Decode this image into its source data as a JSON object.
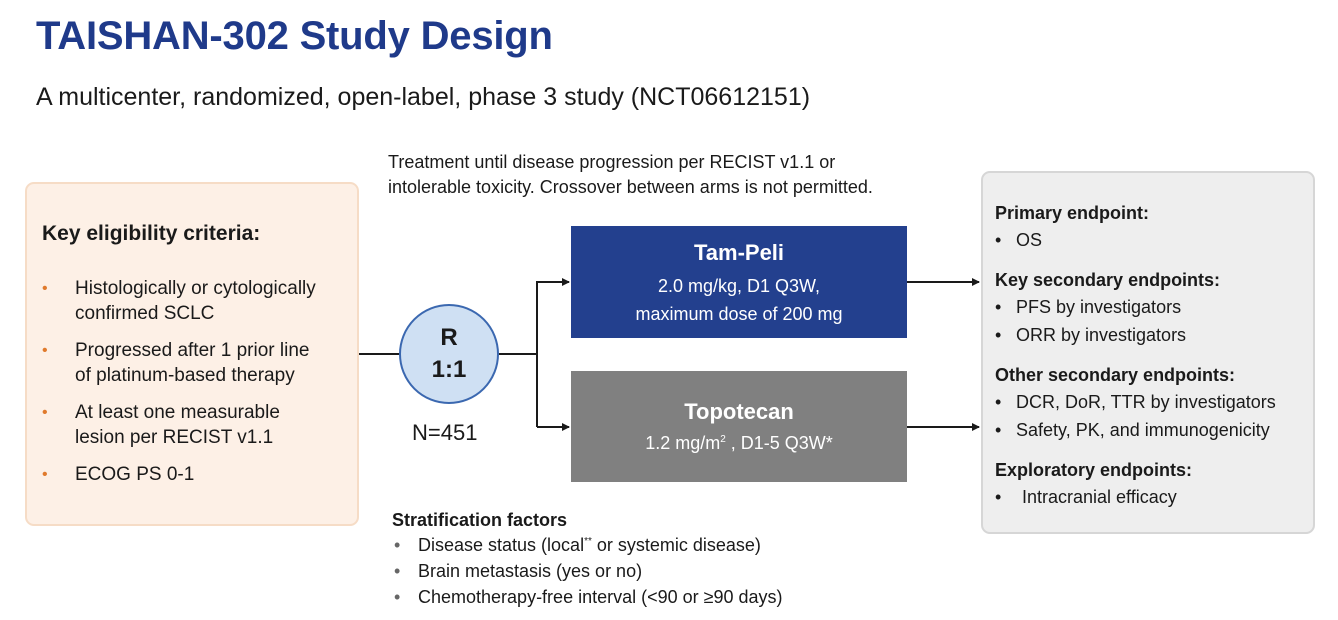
{
  "title": "TAISHAN-302 Study Design",
  "subtitle": "A multicenter, randomized, open-label, phase 3 study (NCT06612151)",
  "treatment_note": {
    "line1": "Treatment until disease progression per RECIST v1.1 or",
    "line2": "intolerable toxicity. Crossover between arms is not permitted."
  },
  "eligibility": {
    "heading": "Key eligibility criteria:",
    "bullet": "•",
    "items": [
      {
        "line1": "Histologically or cytologically",
        "line2": "confirmed SCLC"
      },
      {
        "line1": "Progressed after 1 prior line",
        "line2": "of platinum-based therapy"
      },
      {
        "line1": "At least one measurable",
        "line2": "lesion per RECIST v1.1"
      },
      {
        "line1": "ECOG PS 0-1",
        "line2": ""
      }
    ]
  },
  "randomization": {
    "line1": "R",
    "line2": "1:1",
    "n_label": "N=451"
  },
  "arms": {
    "tam_peli": {
      "name": "Tam-Peli",
      "dose_line1": "2.0 mg/kg, D1 Q3W,",
      "dose_line2": "maximum dose of 200 mg"
    },
    "topotecan": {
      "name": "Topotecan",
      "dose_pre": "1.2 mg/m",
      "dose_sup": "2",
      "dose_post": " , D1-5 Q3W*"
    }
  },
  "endpoints": {
    "bullet": "•",
    "primary": {
      "heading": "Primary endpoint:",
      "items": [
        "OS"
      ]
    },
    "key_secondary": {
      "heading": "Key secondary endpoints:",
      "items": [
        "PFS by investigators",
        "ORR by investigators"
      ]
    },
    "other_secondary": {
      "heading": "Other secondary endpoints:",
      "items": [
        "DCR, DoR, TTR by investigators",
        "Safety, PK, and immunogenicity"
      ]
    },
    "exploratory": {
      "heading": "Exploratory endpoints:",
      "items": [
        "Intracranial efficacy"
      ]
    }
  },
  "stratification": {
    "heading": "Stratification factors",
    "bullet": "•",
    "item1_pre": "Disease status (local",
    "item1_sup": "**",
    "item1_post": " or systemic disease)",
    "item2": "Brain metastasis (yes or no)",
    "item3": "Chemotherapy-free interval (<90 or ≥90 days)"
  },
  "colors": {
    "title_blue": "#1f3a8a",
    "tam_peli_fill": "#23408e",
    "topotecan_fill": "#808080",
    "eligibility_fill": "#fdf0e6",
    "endpoints_fill": "#eeeeee",
    "circle_fill": "#cfe0f3",
    "bullet_orange": "#e07a2c"
  }
}
